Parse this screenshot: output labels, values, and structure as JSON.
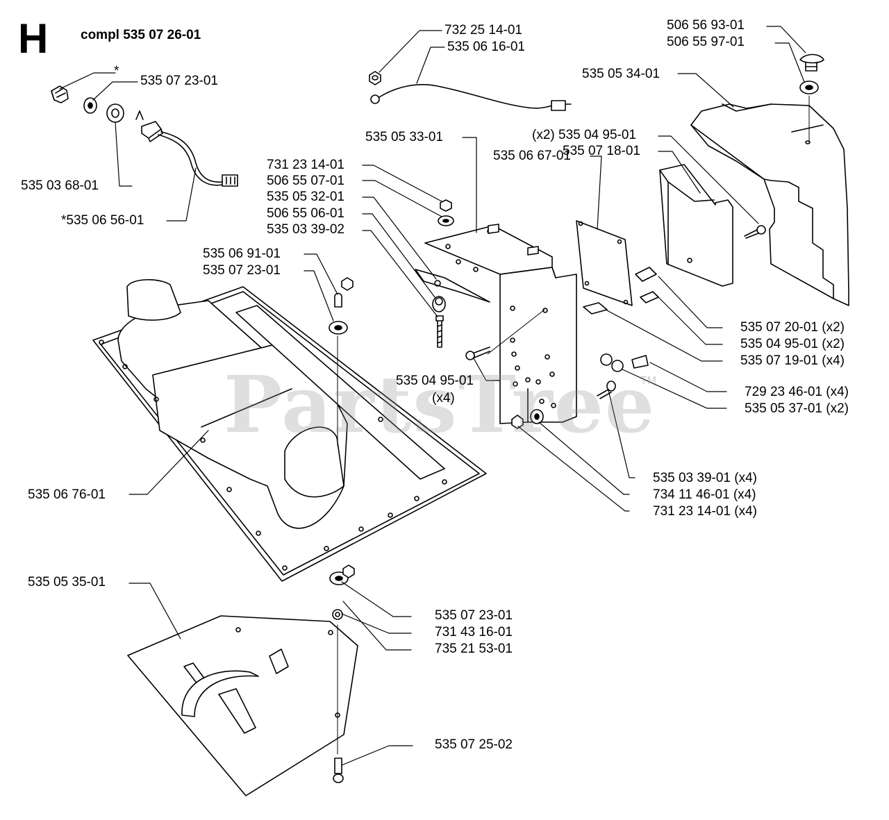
{
  "header": {
    "section_letter": "H",
    "assembly_title": "compl 535 07 26-01"
  },
  "watermark": {
    "text": "PartsTree",
    "tm": "TM"
  },
  "callouts": {
    "c01": "*",
    "c02": "535 07 23-01",
    "c03": "535 03 68-01",
    "c04": "*535 06 56-01",
    "c05": "732 25 14-01",
    "c06": "535 06 16-01",
    "c07": "506 56 93-01",
    "c08": "506 55 97-01",
    "c09": "535 05 34-01",
    "c10": "535 05 33-01",
    "c11": "(x2) 535 04 95-01",
    "c12": "535 07 18-01",
    "c13": "535 06 67-01",
    "c14": "731 23 14-01",
    "c15": "506 55 07-01",
    "c16": "535 05 32-01",
    "c17": "506 55 06-01",
    "c18": "535 03 39-02",
    "c19": "535 06 91-01",
    "c20": "535 07 23-01",
    "c21": "535 07 20-01 (x2)",
    "c22": "535 04 95-01 (x2)",
    "c23": "535 07 19-01 (x4)",
    "c24": "535 04 95-01",
    "c25": "(x4)",
    "c26": "729 23 46-01 (x4)",
    "c27": "535 05 37-01 (x2)",
    "c28": "535 03 39-01 (x4)",
    "c29": "734 11 46-01 (x4)",
    "c30": "731 23 14-01 (x4)",
    "c31": "535 06 76-01",
    "c32": "535 05 35-01",
    "c33": "535 07 23-01",
    "c34": "731 43 16-01",
    "c35": "735 21 53-01",
    "c36": "535 07 25-02"
  }
}
